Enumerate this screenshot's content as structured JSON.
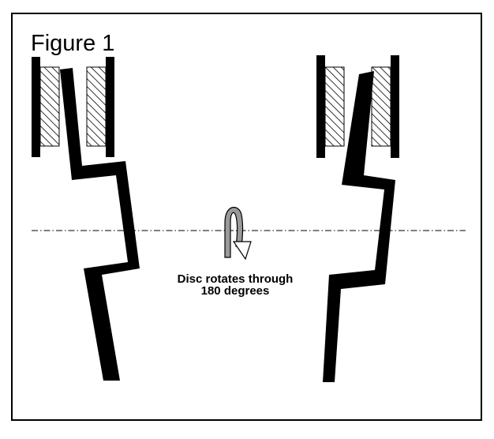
{
  "figure": {
    "title": "Figure 1",
    "annotation_line1": "Disc rotates through",
    "annotation_line2": "180 degrees"
  },
  "colors": {
    "ink": "#000000",
    "background": "#ffffff",
    "arrow_fill": "#9a9a9a"
  },
  "icons": {
    "rotation": "curved-rotation-arrow-icon",
    "hatch": "diagonal-hatch-pattern"
  }
}
